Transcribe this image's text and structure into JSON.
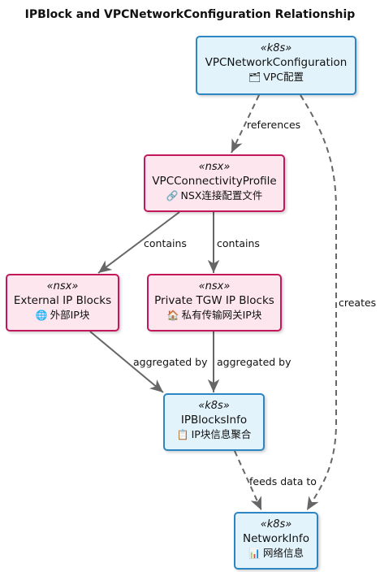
{
  "title": "IPBlock and VPCNetworkConfiguration Relationship",
  "nodes": {
    "vpcnetcfg": {
      "stereotype": "«k8s»",
      "name": "VPCNetworkConfiguration",
      "icon": "folder-icon",
      "glyph": "🗂",
      "sub": "VPC配置"
    },
    "vpcconn": {
      "stereotype": "«nsx»",
      "name": "VPCConnectivityProfile",
      "icon": "link-icon",
      "glyph": "🔗",
      "sub": "NSX连接配置文件"
    },
    "extip": {
      "stereotype": "«nsx»",
      "name": "External IP Blocks",
      "icon": "globe-icon",
      "glyph": "🌐",
      "sub": "外部IP块"
    },
    "privip": {
      "stereotype": "«nsx»",
      "name": "Private TGW IP Blocks",
      "icon": "house-icon",
      "glyph": "🏠",
      "sub": "私有传输网关IP块"
    },
    "ipbinfo": {
      "stereotype": "«k8s»",
      "name": "IPBlocksInfo",
      "icon": "clipboard-icon",
      "glyph": "📋",
      "sub": "IP块信息聚合"
    },
    "netinfo": {
      "stereotype": "«k8s»",
      "name": "NetworkInfo",
      "icon": "bar-chart-icon",
      "glyph": "📊",
      "sub": "网络信息"
    }
  },
  "edges": {
    "references": "references",
    "contains_left": "contains",
    "contains_right": "contains",
    "aggregated_left": "aggregated by",
    "aggregated_right": "aggregated by",
    "feeds": "feeds data to",
    "creates": "creates"
  },
  "colors": {
    "k8s_fill": "#e3f3fb",
    "k8s_border": "#2c86c4",
    "nsx_fill": "#fde6ee",
    "nsx_border": "#c2185b",
    "edge": "#666666"
  }
}
